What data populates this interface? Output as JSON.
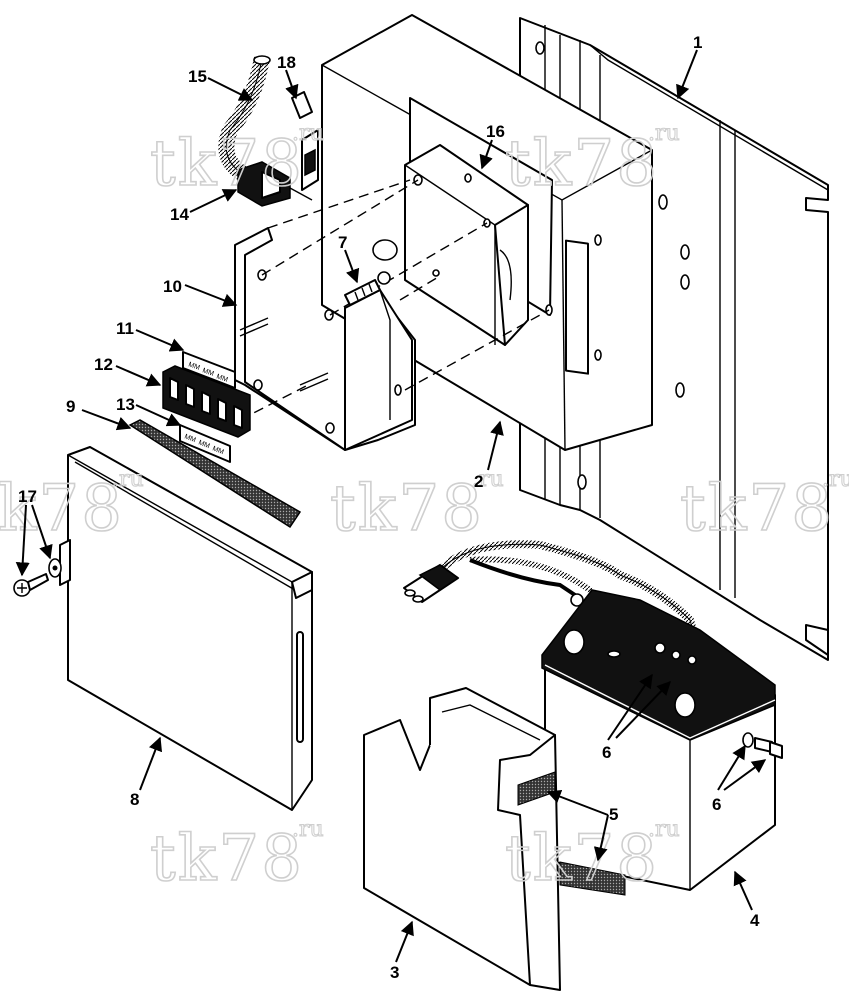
{
  "watermark": {
    "text": "tk78",
    "suffix": ".ru"
  },
  "callouts": [
    "1",
    "2",
    "3",
    "4",
    "5",
    "6",
    "6",
    "6",
    "7",
    "8",
    "9",
    "10",
    "11",
    "12",
    "13",
    "14",
    "15",
    "16",
    "17",
    "18"
  ],
  "strip_labels": {
    "strip_11": [
      "MM",
      "MM",
      "MM"
    ],
    "strip_13": [
      "MM",
      "MM",
      "MM"
    ]
  }
}
